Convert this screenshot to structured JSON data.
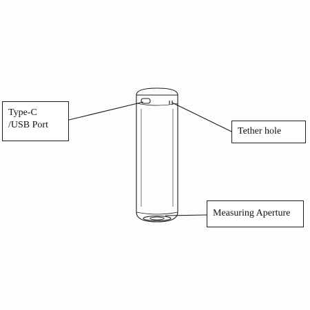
{
  "labels": {
    "typec_line1": "Type-C",
    "typec_line2": "/USB Port",
    "tether": "Tether hole",
    "aperture": "Measuring Aperture"
  },
  "colors": {
    "stroke": "#1a1a1a",
    "background": "#fdfdfd"
  }
}
